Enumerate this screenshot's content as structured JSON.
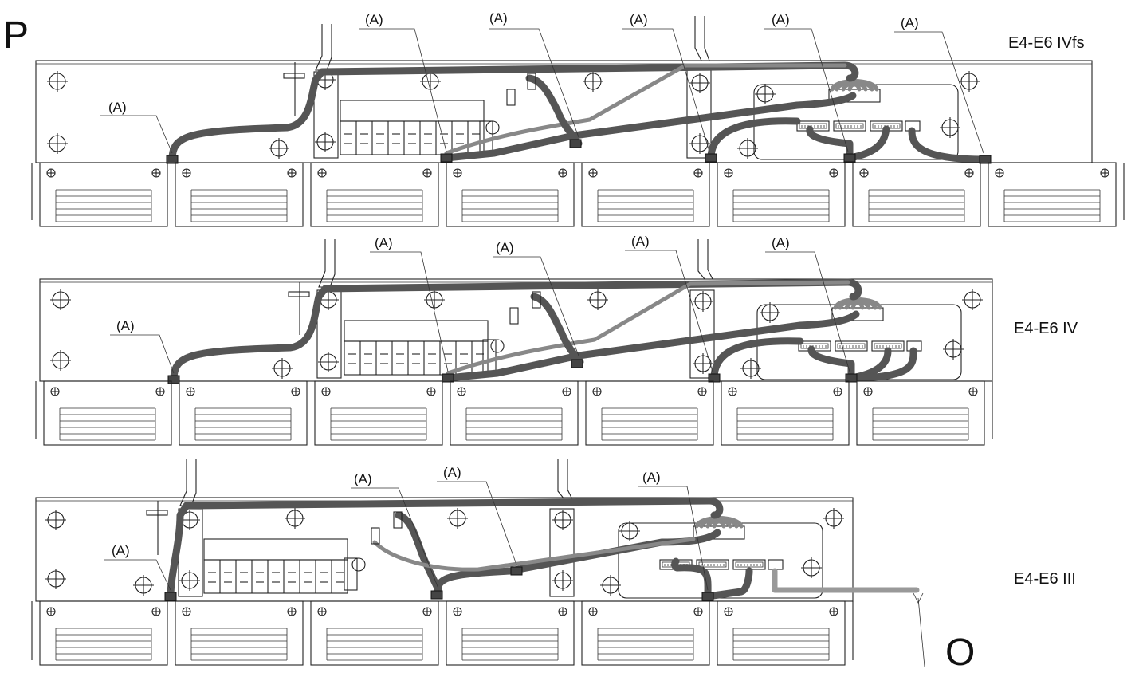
{
  "labels": {
    "corner_top": "P",
    "corner_bottom": "O",
    "clamp_marker": "(A)"
  },
  "panels": [
    {
      "id": "ivfs",
      "title": "E4-E6 IVfs"
    },
    {
      "id": "iv",
      "title": "E4-E6 IV"
    },
    {
      "id": "iii",
      "title": "E4-E6 III"
    }
  ],
  "colors": {
    "line": "#222222",
    "cable": "#555555",
    "background": "#ffffff"
  }
}
